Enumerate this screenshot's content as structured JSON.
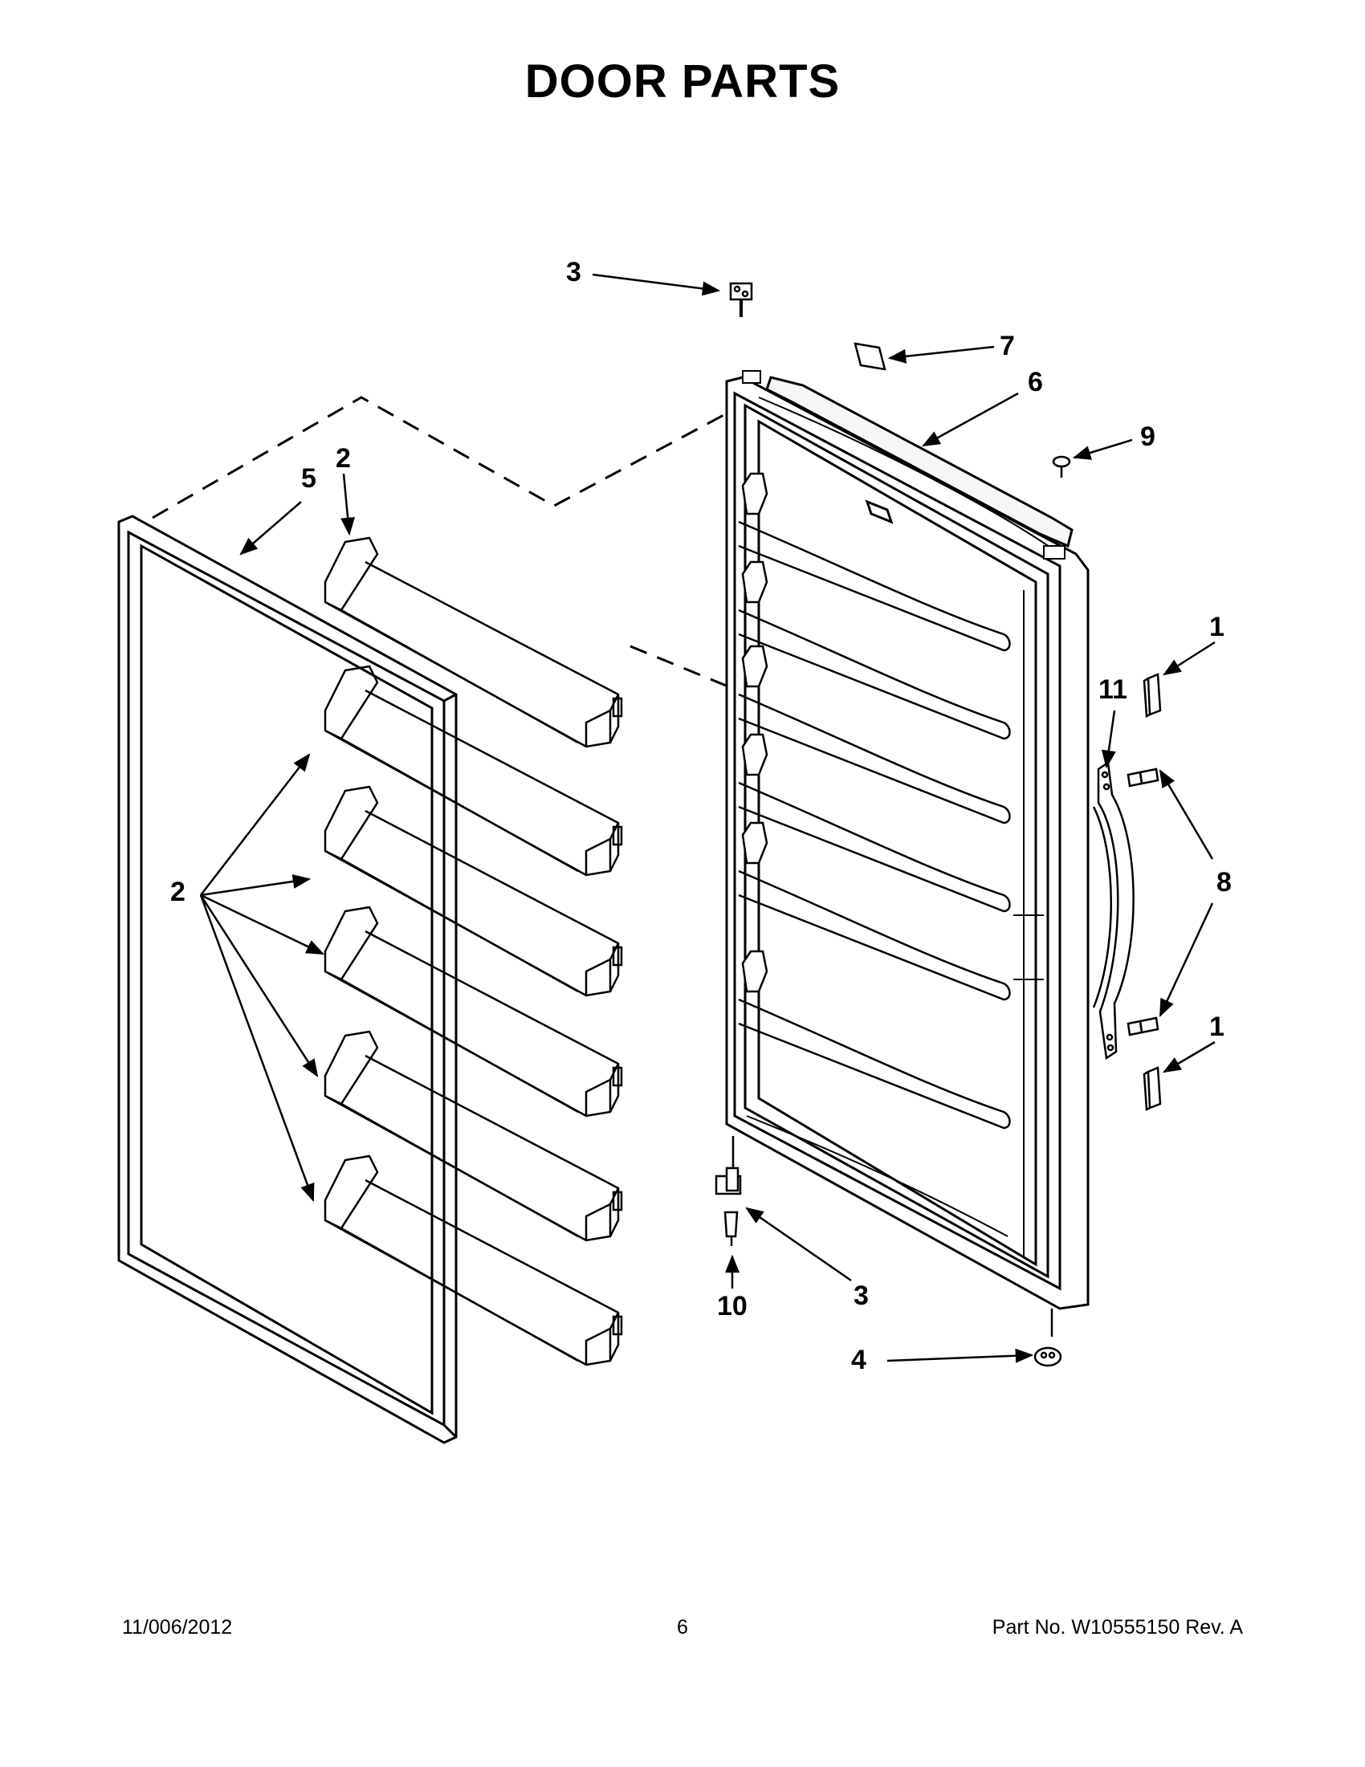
{
  "title": "DOOR PARTS",
  "callouts": {
    "c1a": "1",
    "c1b": "1",
    "c2a": "2",
    "c2b": "2",
    "c3a": "3",
    "c3b": "3",
    "c4": "4",
    "c5": "5",
    "c6": "6",
    "c7": "7",
    "c8": "8",
    "c9": "9",
    "c10": "10",
    "c11": "11"
  },
  "footer": {
    "date": "11/006/2012",
    "page": "6",
    "part_number": "Part No.  W10555150  Rev.  A"
  }
}
